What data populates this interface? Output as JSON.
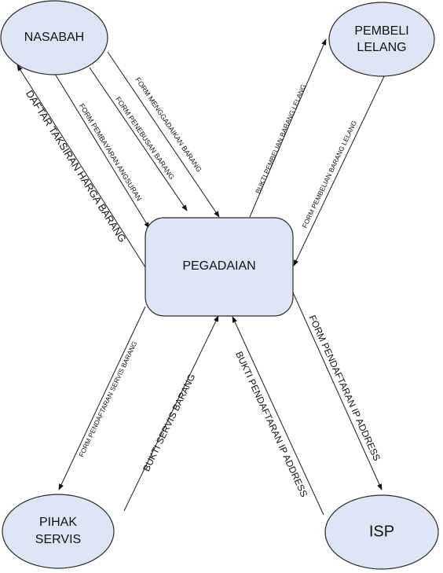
{
  "nodes": {
    "nasabah": {
      "line1": "NASABAH",
      "line2": ""
    },
    "pembeli_lelang": {
      "line1": "PEMBELI",
      "line2": "LELANG"
    },
    "pegadaian": {
      "line1": "PEGADAIAN",
      "line2": ""
    },
    "pihak_servis": {
      "line1": "PIHAK",
      "line2": "SERVIS"
    },
    "isp": {
      "line1": "ISP",
      "line2": ""
    }
  },
  "flows": {
    "daftar_taksiran": "DAFTAR TAKSIRAN HARGA BARANG",
    "form_pembayaran_angsuran": "FORM PEMBAYARAN ANGSURAN",
    "form_penebusan_barang": "FORM PENEBUSAN BARANG",
    "form_menggadaikan_barang": "FORM MENGGADAIKAN BARANG",
    "bukti_pembelian_barang_lelang": "BUKTI PEMBELIAN BARANG LELANG",
    "form_pembelian_barang_lelang": "FORM PEMBELIAN BARANG LELANG",
    "form_pendaftaran_servis_barang": "FORM PENDAFTARAN SERVIS BARANG",
    "bukti_servis_barang": "BUKTI SERVIS BARANG",
    "bukti_pendaftaran_ip_address": "BUKTI PENDAFTARAN IP ADDRESS",
    "form_pendaftaran_ip_address": "FORM PENDAFTARAN IP ADDRESS"
  }
}
